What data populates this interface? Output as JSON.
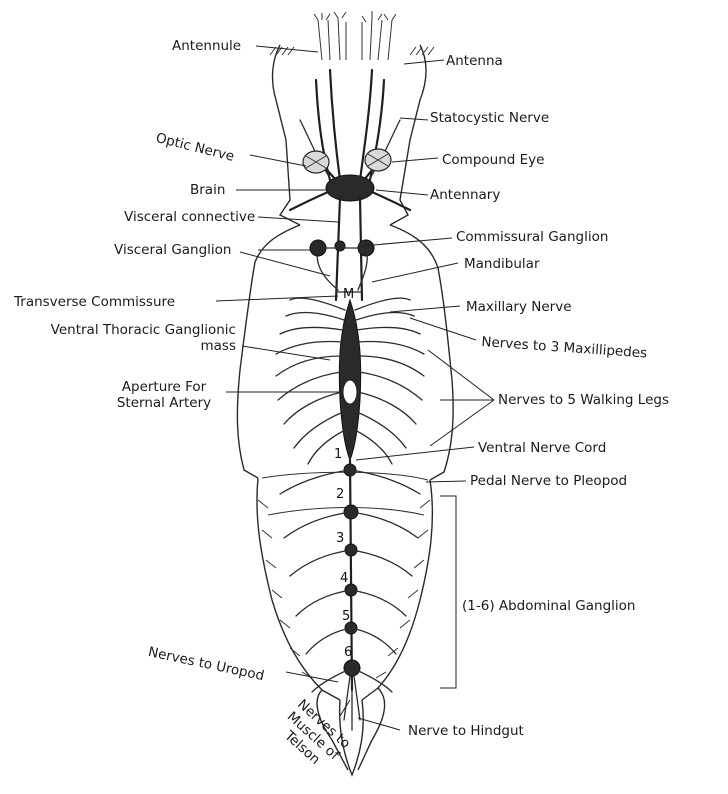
{
  "labels": {
    "antennule": "Antennule",
    "antenna": "Antenna",
    "statocystic_nerve": "Statocystic Nerve",
    "optic_nerve": "Optic Nerve",
    "compound_eye": "Compound Eye",
    "brain": "Brain",
    "antennary": "Antennary",
    "visceral_connective": "Visceral connective",
    "commissural_ganglion": "Commissural Ganglion",
    "visceral_ganglion": "Visceral Ganglion",
    "mandibular": "Mandibular",
    "transverse_commissure": "Transverse Commissure",
    "maxillary_nerve": "Maxillary Nerve",
    "ventral_thoracic_ganglionic_mass": "Ventral Thoracic Ganglionic mass",
    "nerves_to_maxillipedes": "Nerves to 3 Maxillipedes",
    "aperture_for_sternal_artery": "Aperture For Sternal Artery",
    "nerves_to_walking_legs": "Nerves to 5 Walking Legs",
    "ventral_nerve_cord": "Ventral Nerve Cord",
    "pedal_nerve_to_pleopod": "Pedal Nerve to Pleopod",
    "abdominal_ganglion": "(1-6) Abdominal Ganglion",
    "nerves_to_uropod": "Nerves to Uropod",
    "nerves_to_muscle_of_telson": "Nerves to Muscle of Telson",
    "nerve_to_hindgut": "Nerve to Hindgut"
  },
  "segment_numbers": [
    "1",
    "2",
    "3",
    "4",
    "5",
    "6"
  ]
}
